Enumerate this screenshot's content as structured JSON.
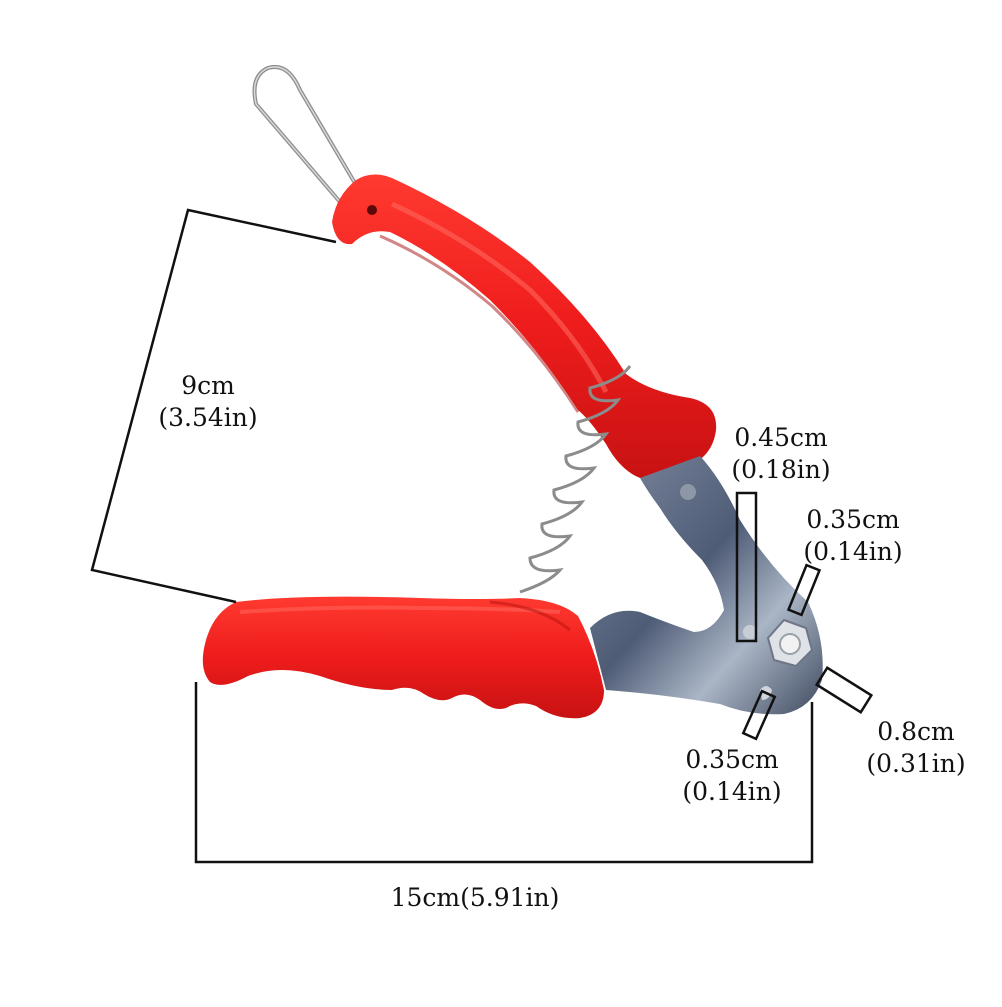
{
  "product": {
    "name": "spring-loaded cable cutter pliers",
    "handle_color": "#ee1c1c",
    "handle_shadow_color": "#b50f10",
    "jaw_color": "#5d6a82",
    "jaw_highlight_color": "#c9d2de",
    "spring_color": "#9a9a9a",
    "line_color": "#111111",
    "background": "#ffffff"
  },
  "dimensions": {
    "handle_span": {
      "cm": "9cm",
      "in": "(3.54in)"
    },
    "total_length": {
      "label": "15cm(5.91in)"
    },
    "jaw_gap_top": {
      "cm": "0.45cm",
      "in": "(0.18in)"
    },
    "notch_upper": {
      "cm": "0.35cm",
      "in": "(0.14in)"
    },
    "notch_lower": {
      "cm": "0.35cm",
      "in": "(0.14in)"
    },
    "cutter_hole": {
      "cm": "0.8cm",
      "in": "(0.31in)"
    }
  }
}
